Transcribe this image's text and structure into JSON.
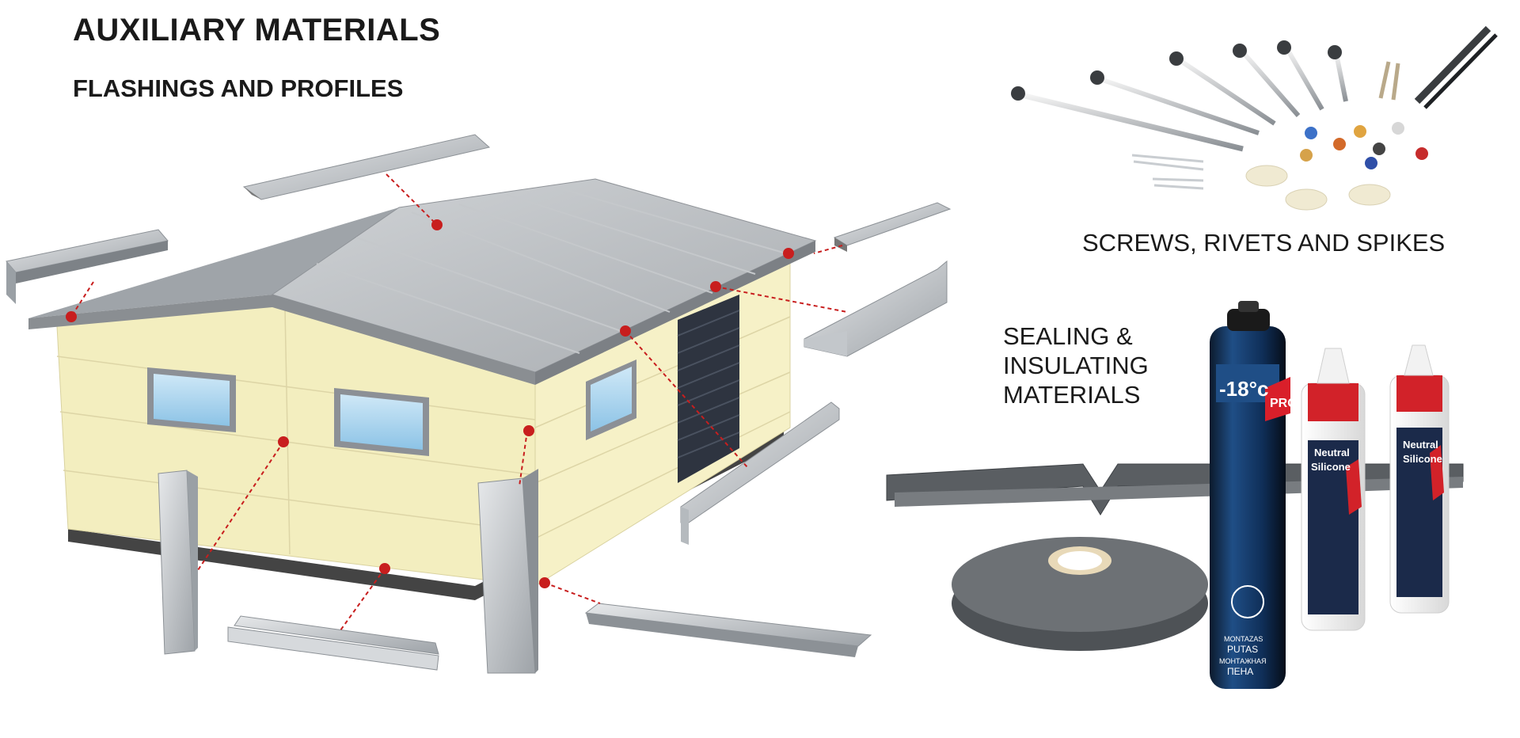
{
  "header": {
    "title": "AUXILIARY MATERIALS",
    "subtitle": "FLASHINGS AND PROFILES"
  },
  "sections": {
    "screws": "SCREWS, RIVETS AND SPIKES",
    "sealing": [
      "SEALING &",
      "INSULATING",
      "MATERIALS"
    ]
  },
  "products": {
    "foam_can_badge": "-18°c",
    "foam_can_pro": "PRO",
    "foam_can_text1": "MONTAZAS",
    "foam_can_text2": "PUTAS",
    "foam_can_text3": "МОНТАЖНАЯ",
    "foam_can_text4": "ПЕНА",
    "silicone_text1": "Neutral",
    "silicone_text2": "Silicone"
  },
  "colors": {
    "callout": "#c81e1e",
    "wall": "#f1ebb8",
    "roof": "#b9bcbf",
    "metal": "#c9cdd1"
  }
}
